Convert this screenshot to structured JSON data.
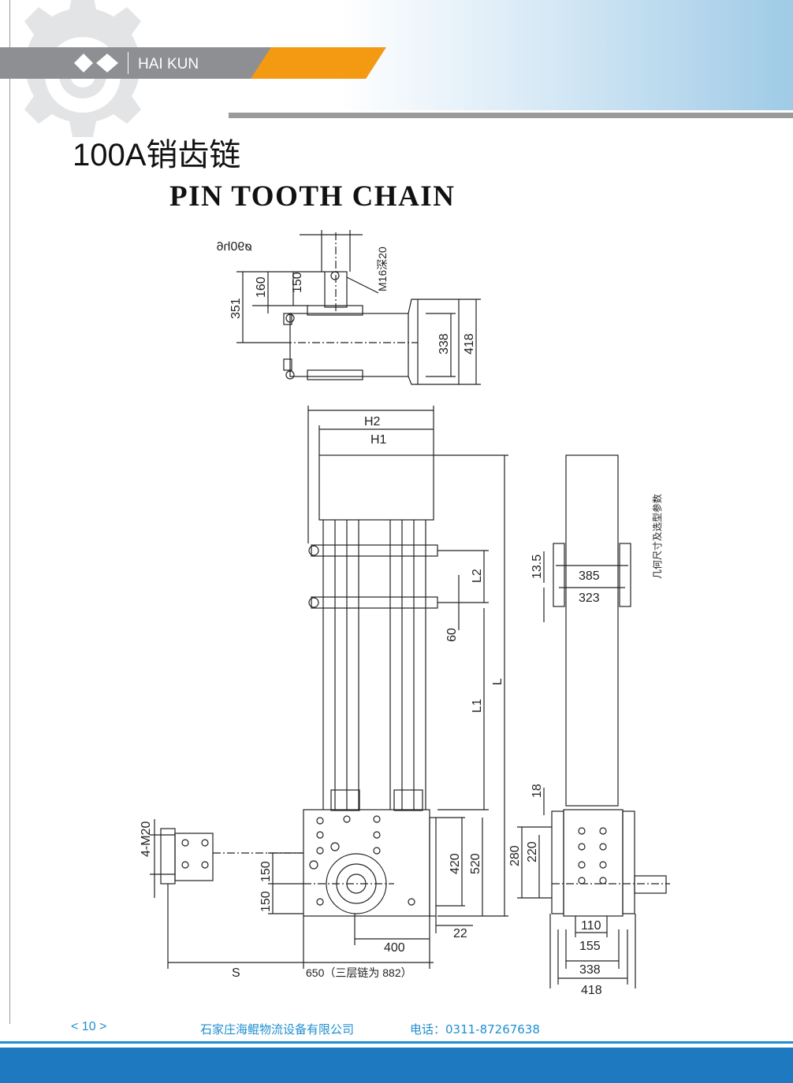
{
  "header": {
    "brand": "HAI KUN",
    "title_cn": "100A销齿链",
    "title_en": "PIN TOOTH CHAIN"
  },
  "drawing": {
    "top_view": {
      "shaft_dia": "ø90h6",
      "thread": "M16深20",
      "dim_351": "351",
      "dim_160": "160",
      "dim_150": "150",
      "dim_338": "338",
      "dim_418": "418"
    },
    "front_view": {
      "dim_H2": "H2",
      "dim_H1": "H1",
      "dim_L": "L",
      "dim_L1": "L1",
      "dim_L2": "L2",
      "dim_60": "60",
      "dim_420": "420",
      "dim_520": "520",
      "dim_22": "22",
      "dim_400": "400",
      "dim_650": "650（三层链为 882）",
      "dim_S": "S",
      "dim_4M20": "4-M20",
      "dim_150a": "150",
      "dim_150b": "150"
    },
    "side_view": {
      "note": "几何尺寸及选型参数",
      "dim_13_5": "13.5",
      "dim_385": "385",
      "dim_323": "323",
      "dim_18": "18",
      "dim_280": "280",
      "dim_220": "220",
      "dim_110": "110",
      "dim_155": "155",
      "dim_338": "338",
      "dim_418": "418"
    }
  },
  "footer": {
    "page": "< 10 >",
    "company": "石家庄海鲲物流设备有限公司",
    "tel": "电话：0311-87267638"
  },
  "colors": {
    "accent_orange": "#f39a12",
    "band_gray": "#8d8f92",
    "footer_blue": "#1e79c0",
    "text_blue": "#1f8fd0"
  }
}
